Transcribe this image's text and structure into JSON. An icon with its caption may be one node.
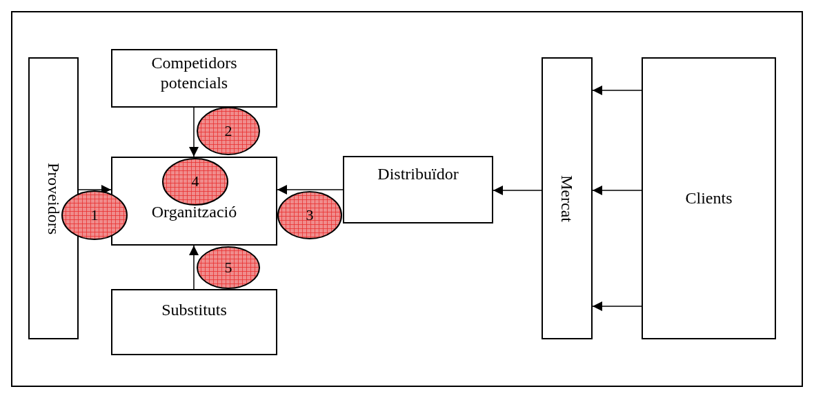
{
  "diagram": {
    "nodes": [
      {
        "text": [
          "Proveidors"
        ]
      },
      {
        "text": [
          "Competidors potencials"
        ]
      },
      {
        "text": [
          "Organització"
        ]
      },
      {
        "text": [
          "Distribuïdor"
        ]
      },
      {
        "text": [
          "Mercat"
        ]
      },
      {
        "text": [
          "Clients"
        ]
      },
      {
        "text": [
          "Substituts"
        ]
      },
      {
        "text": [
          "1"
        ]
      },
      {
        "text": [
          "2"
        ]
      },
      {
        "text": [
          "4"
        ],
        "in": 2
      },
      {
        "text": [
          "3"
        ]
      },
      {
        "text": [
          "5"
        ]
      }
    ],
    "edges": [
      {
        "from": 0,
        "to": 2,
        "arrow": "to"
      },
      {
        "from": 1,
        "to": 2,
        "arrow": "to"
      },
      {
        "from": 3,
        "to": 2,
        "arrow": "to"
      },
      {
        "from": 4,
        "to": 3,
        "arrow": "to"
      },
      {
        "from": 5,
        "to": 4,
        "arrow": "to"
      },
      {
        "from": 5,
        "to": 4,
        "arrow": "to"
      },
      {
        "from": 5,
        "to": 4,
        "arrow": "to"
      },
      {
        "from": 6,
        "to": 2,
        "arrow": "to"
      }
    ]
  }
}
